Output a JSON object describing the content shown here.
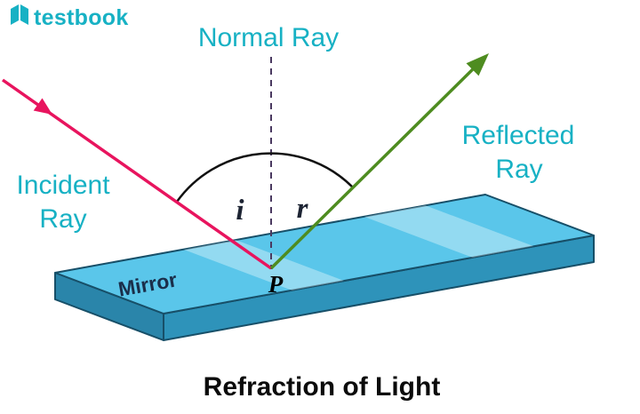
{
  "brand": {
    "name": "testbook",
    "color": "#17b1c4"
  },
  "diagram": {
    "title": "Refraction of Light",
    "labels": {
      "normal_ray": "Normal Ray",
      "incident_line1": "Incident",
      "incident_line2": "Ray",
      "reflected_line1": "Reflected",
      "reflected_line2": "Ray",
      "mirror": "Mirror",
      "point": "P",
      "angle_incidence": "i",
      "angle_reflection": "r"
    },
    "colors": {
      "label_teal": "#17b1c4",
      "incident_ray": "#e8145e",
      "reflected_ray": "#4e8c20",
      "normal_line": "#4a3960",
      "angle_arc": "#111111",
      "angle_text": "#1d2433",
      "mirror_top": "#5ac6ea",
      "mirror_front": "#2e93ba",
      "mirror_left": "#2a85aa",
      "mirror_outline": "#174f68",
      "mirror_text": "#1a2e4a",
      "point_color": "#000000",
      "title_color": "#0b0b0b"
    }
  }
}
